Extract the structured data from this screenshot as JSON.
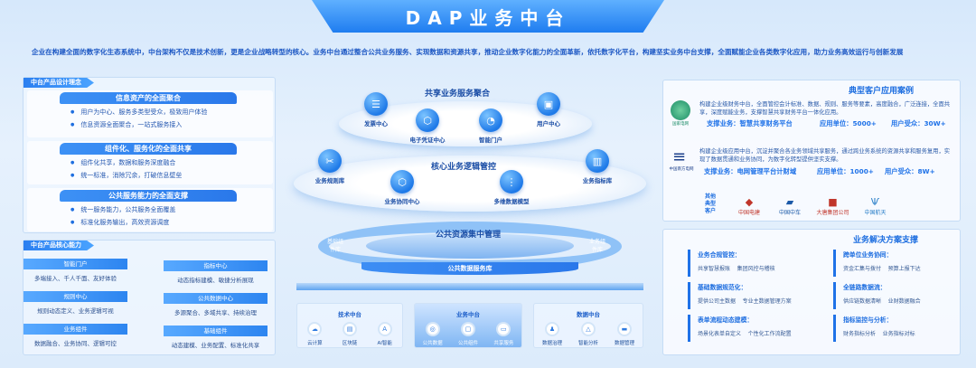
{
  "title": "DAP业务中台",
  "intro": "企业在构建全面的数字化生态系统中，中台架构不仅是技术创新，更是企业战略转型的核心。业务中台通过整合公共业务服务、实现数据和资源共享，推动企业数字化能力的全面革新，依托数字化平台，构建坚实业务中台支撑，全面赋能企业各类数字化应用，助力业务高效运行与创新发展",
  "design": {
    "tag": "中台产品设计理念",
    "cards": [
      {
        "title": "信息资产的全面聚合",
        "items": [
          "用户为中心、服务多类型受众，极致用户体验",
          "信息资源全面聚合，一站式服务接入"
        ]
      },
      {
        "title": "组件化、服务化的全面共享",
        "items": [
          "组件化共享，数据和服务深度融合",
          "统一标准，消除冗余，打破信息壁垒"
        ]
      },
      {
        "title": "公共服务能力的全面支撑",
        "items": [
          "统一服务能力，公共服务全面覆盖",
          "标准化服务输出，高效资源调度"
        ]
      }
    ]
  },
  "capabilities": {
    "tag": "中台产品核心能力",
    "items": [
      {
        "title": "智能门户",
        "desc": "多端接入、千人千面、友好体验"
      },
      {
        "title": "指标中心",
        "desc": "动态指标建模、敏捷分析展现"
      },
      {
        "title": "规则中心",
        "desc": "规则动态定义、业务逻辑可视"
      },
      {
        "title": "公共数据中心",
        "desc": "多源聚合、多域共享、持续治理"
      },
      {
        "title": "业务组件",
        "desc": "数据融合、业务协同、逻辑可控"
      },
      {
        "title": "基础组件",
        "desc": "动态建模、业务配置、标准化共享"
      }
    ]
  },
  "center": {
    "layer1": {
      "title": "共享业务服务聚合",
      "items": [
        "发票中心",
        "电子凭证中心",
        "智能门户",
        "用户中心"
      ]
    },
    "layer2": {
      "title": "核心业务逻辑管控",
      "items": [
        "业务规则库",
        "业务协同中心",
        "多维数据模型",
        "业务指标库"
      ]
    },
    "layer3": {
      "title": "公共资源集中管理",
      "left": "基础组件库",
      "right": "业务组件库",
      "base": "公共数据服务库"
    },
    "platforms": [
      {
        "title": "技术中台",
        "items": [
          "云计算",
          "区块链",
          "AI智能"
        ]
      },
      {
        "title": "业务中台",
        "items": [
          "公共数据",
          "公共组件",
          "共享服务"
        ]
      },
      {
        "title": "数据中台",
        "items": [
          "数据治理",
          "智能分析",
          "数据管理"
        ]
      }
    ]
  },
  "cases": {
    "title": "典型客户应用案例",
    "list": [
      {
        "logo": "国家电网",
        "desc": "构建企业级财务中台，全面管控会计标准、数据、规则、服务等要素，高度融合，广泛连接，全面共享，深度赋能业务，支撑智慧共享财务平台一体化应用。",
        "biz_label": "支撑业务：",
        "biz": "智慧共享财务平台",
        "unit_label": "应用单位：",
        "unit": "5000+",
        "users_label": "用户受众：",
        "users": "30W+"
      },
      {
        "logo": "中国南方电网",
        "desc": "构建企业级应用中台，沉淀并聚合各业务领域共享服务，通过跨业务系统的资源共享和服务复用，实现了数据贯通和业务协同，为数字化转型提供坚实支撑。",
        "biz_label": "支撑业务：",
        "biz": "电网管理平台计财域",
        "unit_label": "应用单位：",
        "unit": "1000+",
        "users_label": "用户受众：",
        "users": "8W+"
      }
    ],
    "others_label": "其他典型客户",
    "others": [
      "中国电建",
      "中国中车",
      "大唐集团公司",
      "中国航天"
    ]
  },
  "solutions": {
    "title": "业务解决方案支撑",
    "items": [
      {
        "title": "业务合规管控：",
        "desc": "共享智慧报账    集团风控与稽核"
      },
      {
        "title": "跨单位业务协同：",
        "desc": "资金汇集与拨付    预算上报下达"
      },
      {
        "title": "基础数据规范化：",
        "desc": "提供公司主数据    专业主数据管理方案"
      },
      {
        "title": "全链路数据流：",
        "desc": "供应链数据清晰    业财数据融合"
      },
      {
        "title": "表单流程动态建模：",
        "desc": "场景化表单自定义    个性化工作流配置"
      },
      {
        "title": "指标监控与分析：",
        "desc": "财务指标分析    业务指标对标"
      }
    ]
  }
}
